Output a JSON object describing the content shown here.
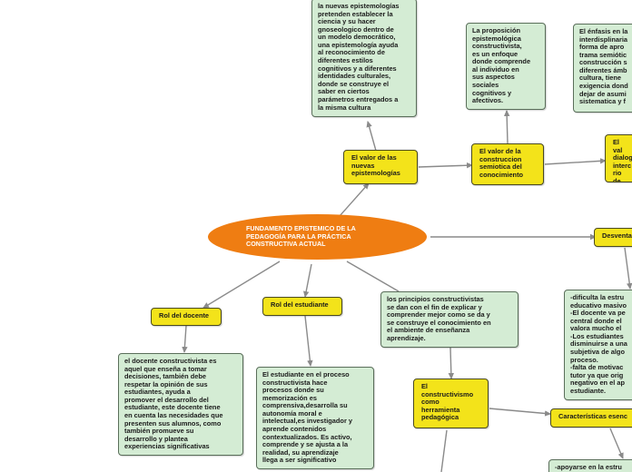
{
  "colors": {
    "root": "#ef7d12",
    "topic": "#f3e31a",
    "detail": "#d4ecd4",
    "connector": "#8a8a8a"
  },
  "root": {
    "label": "FUNDAMENTO EPISTEMICO DE LA\nPEDAGOGÍA PARA LA PRÁCTICA\nCONSTRUCTIVA ACTUAL"
  },
  "nodes": {
    "nuevas_epist_detail": "la nuevas epistemologías\npretenden establecer la\nciencia y su hacer\ngnoseologico dentro de\nun modelo democrático,\nuna epistemología ayuda\nal reconocimiento  de\ndiferentes estilos\ncognitivos y a diferentes\nidentidades culturales,\ndonde se construye el\nsaber en ciertos\nparámetros entregados a\nla misma cultura",
    "nuevas_epist_topic": "El valor de las\nnuevas\nepistemologías",
    "propuesta_detail": "La proposición\nepistemológica\nconstructivista,\nes un enfoque\ndonde comprende\nal individuo en\nsus aspectos\nsociales\ncognitivos y\nafectivos.",
    "semiotica_topic": "El valor de la\nconstruccion\nsemiotica del\nconocimiento",
    "enfasis_detail": "El énfasis en la\ninterdisplinaria\nforma de apro\ntrama semiótic\nconstrucción s\ndiferentes ámb\ncultura, tiene\nexigencia dond\ndejar de asumi\nsistematica y f",
    "dialogica_topic": "El val\ndialog\ninterc\nrio de\nconoc",
    "desventajas_topic": "Desventa",
    "desventajas_detail": "-dificulta la estru\neducativo masivo\n-El docente va pe\ncentral donde el\nvalora mucho el\n-Los estudiantes\ndisminuirse a una\nsubjetiva de algo\nproceso.\n-falta de motivac\ntutor ya que orig\nnegativo en el ap\nestudiante.",
    "rol_docente_topic": "Rol del docente",
    "rol_docente_detail": "el docente constructivista es\naquel  que enseña a tomar\ndecisiones, también debe\nrespetar la opinión de sus\nestudiantes, ayuda a\npromover el desarrollo del\nestudiante, este docente tiene\nen cuenta las necesidades que\npresenten sus alumnos, como\ntambién promueve su\ndesarrollo y plantea\nexperiencias significativas",
    "rol_estudiante_topic": "Rol del estudiante",
    "rol_estudiante_detail": "El estudiante en el proceso\nconstructivista hace\nprocesos donde su\nmemorización es\ncomprensiva,desarrolla su\nautonomía moral e\nintelectual,es investigador y\naprende contenidos\ncontextualizados. Es activo,\ncomprende y se ajusta a la\nrealidad, su aprendizaje\nllega a ser significativo",
    "principios_detail": "los principios constructivistas\nse dan con el fin de explicar y\ncomprender mejor como se da y\nse construye el conocimiento en\nel ambiente de enseñanza\naprendizaje.",
    "herramienta_topic": "El\nconstructivismo\ncomo\nherramienta\npedagógica",
    "caracteristicas_topic": "Características esenc",
    "apoyarse_detail": "-apoyarse en la estru"
  }
}
